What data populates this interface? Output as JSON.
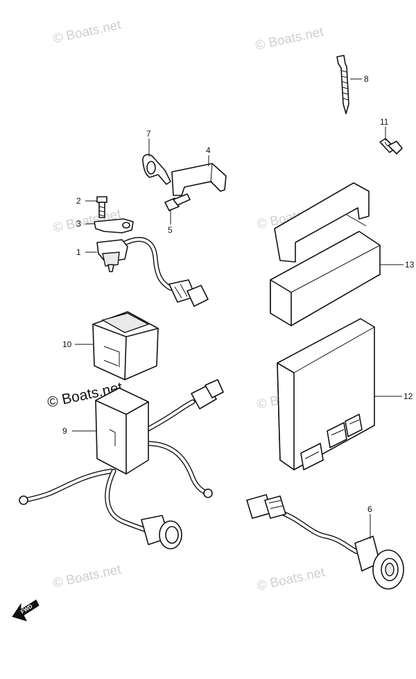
{
  "watermark": "© Boats.net",
  "fwd_label": "FWD",
  "callouts": {
    "c1": "1",
    "c2": "2",
    "c3": "3",
    "c4": "4",
    "c5": "5",
    "c6": "6",
    "c7": "7",
    "c8": "8",
    "c9": "9",
    "c10": "10",
    "c11": "11",
    "c12": "12",
    "c13": "13"
  }
}
